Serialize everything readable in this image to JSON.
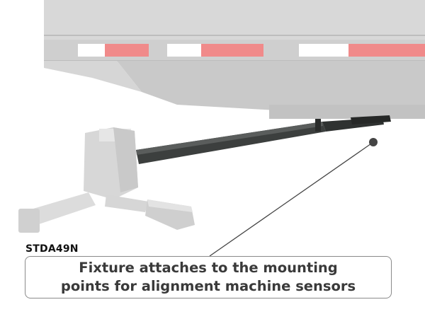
{
  "product": {
    "model": "STDA49N"
  },
  "caption": {
    "line1": "Fixture attaches to the mounting",
    "line2": "points for alignment machine sensors"
  },
  "colors": {
    "trailer_body": "#d9d9d9",
    "reflector_red": "#f08a8a",
    "reflector_white": "#ffffff",
    "fixture_bar": "#3c3f3e",
    "fixture_base": "#d4d4d4",
    "callout_line": "#444444",
    "caption_text": "#3a3a3a",
    "caption_border": "#8a8a8a"
  },
  "icons": {
    "callout_marker": "callout-dot-icon"
  }
}
